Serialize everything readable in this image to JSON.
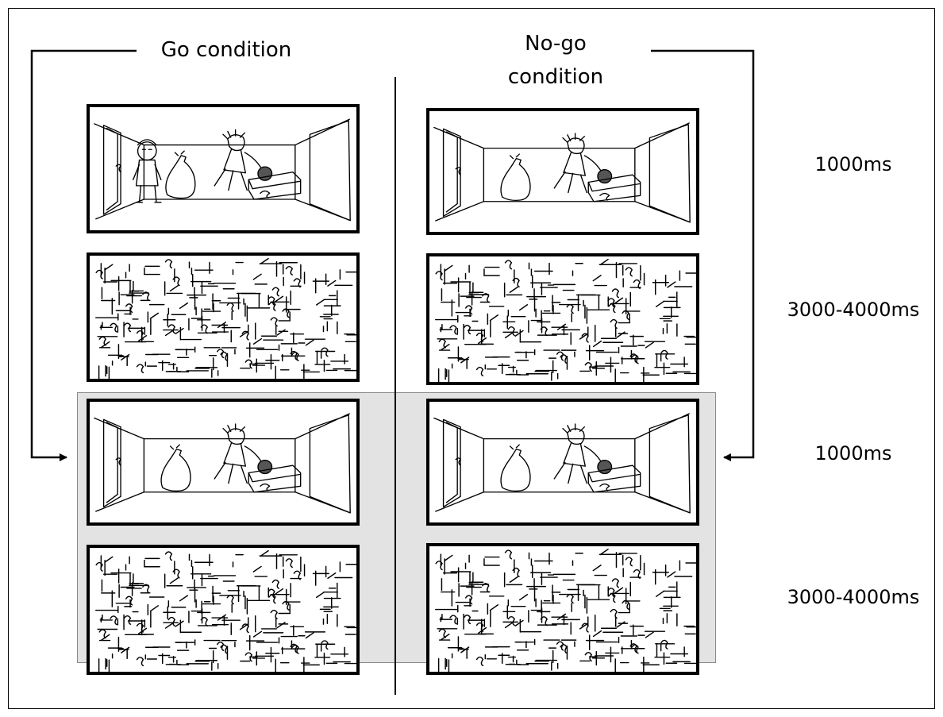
{
  "headers": {
    "go": "Go condition",
    "nogo_line1": "No-go",
    "nogo_line2": "condition"
  },
  "timings": [
    "1000ms",
    "3000-4000ms",
    "1000ms",
    "3000-4000ms"
  ],
  "panels": {
    "row1_left": "scene-boy-girl-bag-suitcase",
    "row1_right": "scene-girl-bag-suitcase",
    "row2_left": "scrambled-mask",
    "row2_right": "scrambled-mask",
    "row3_left": "scene-girl-bag-suitcase",
    "row3_right": "scene-girl-bag-suitcase",
    "row4_left": "scrambled-mask",
    "row4_right": "scrambled-mask"
  },
  "colors": {
    "highlight_bg": "#e3e3e3",
    "stroke": "#000000"
  }
}
